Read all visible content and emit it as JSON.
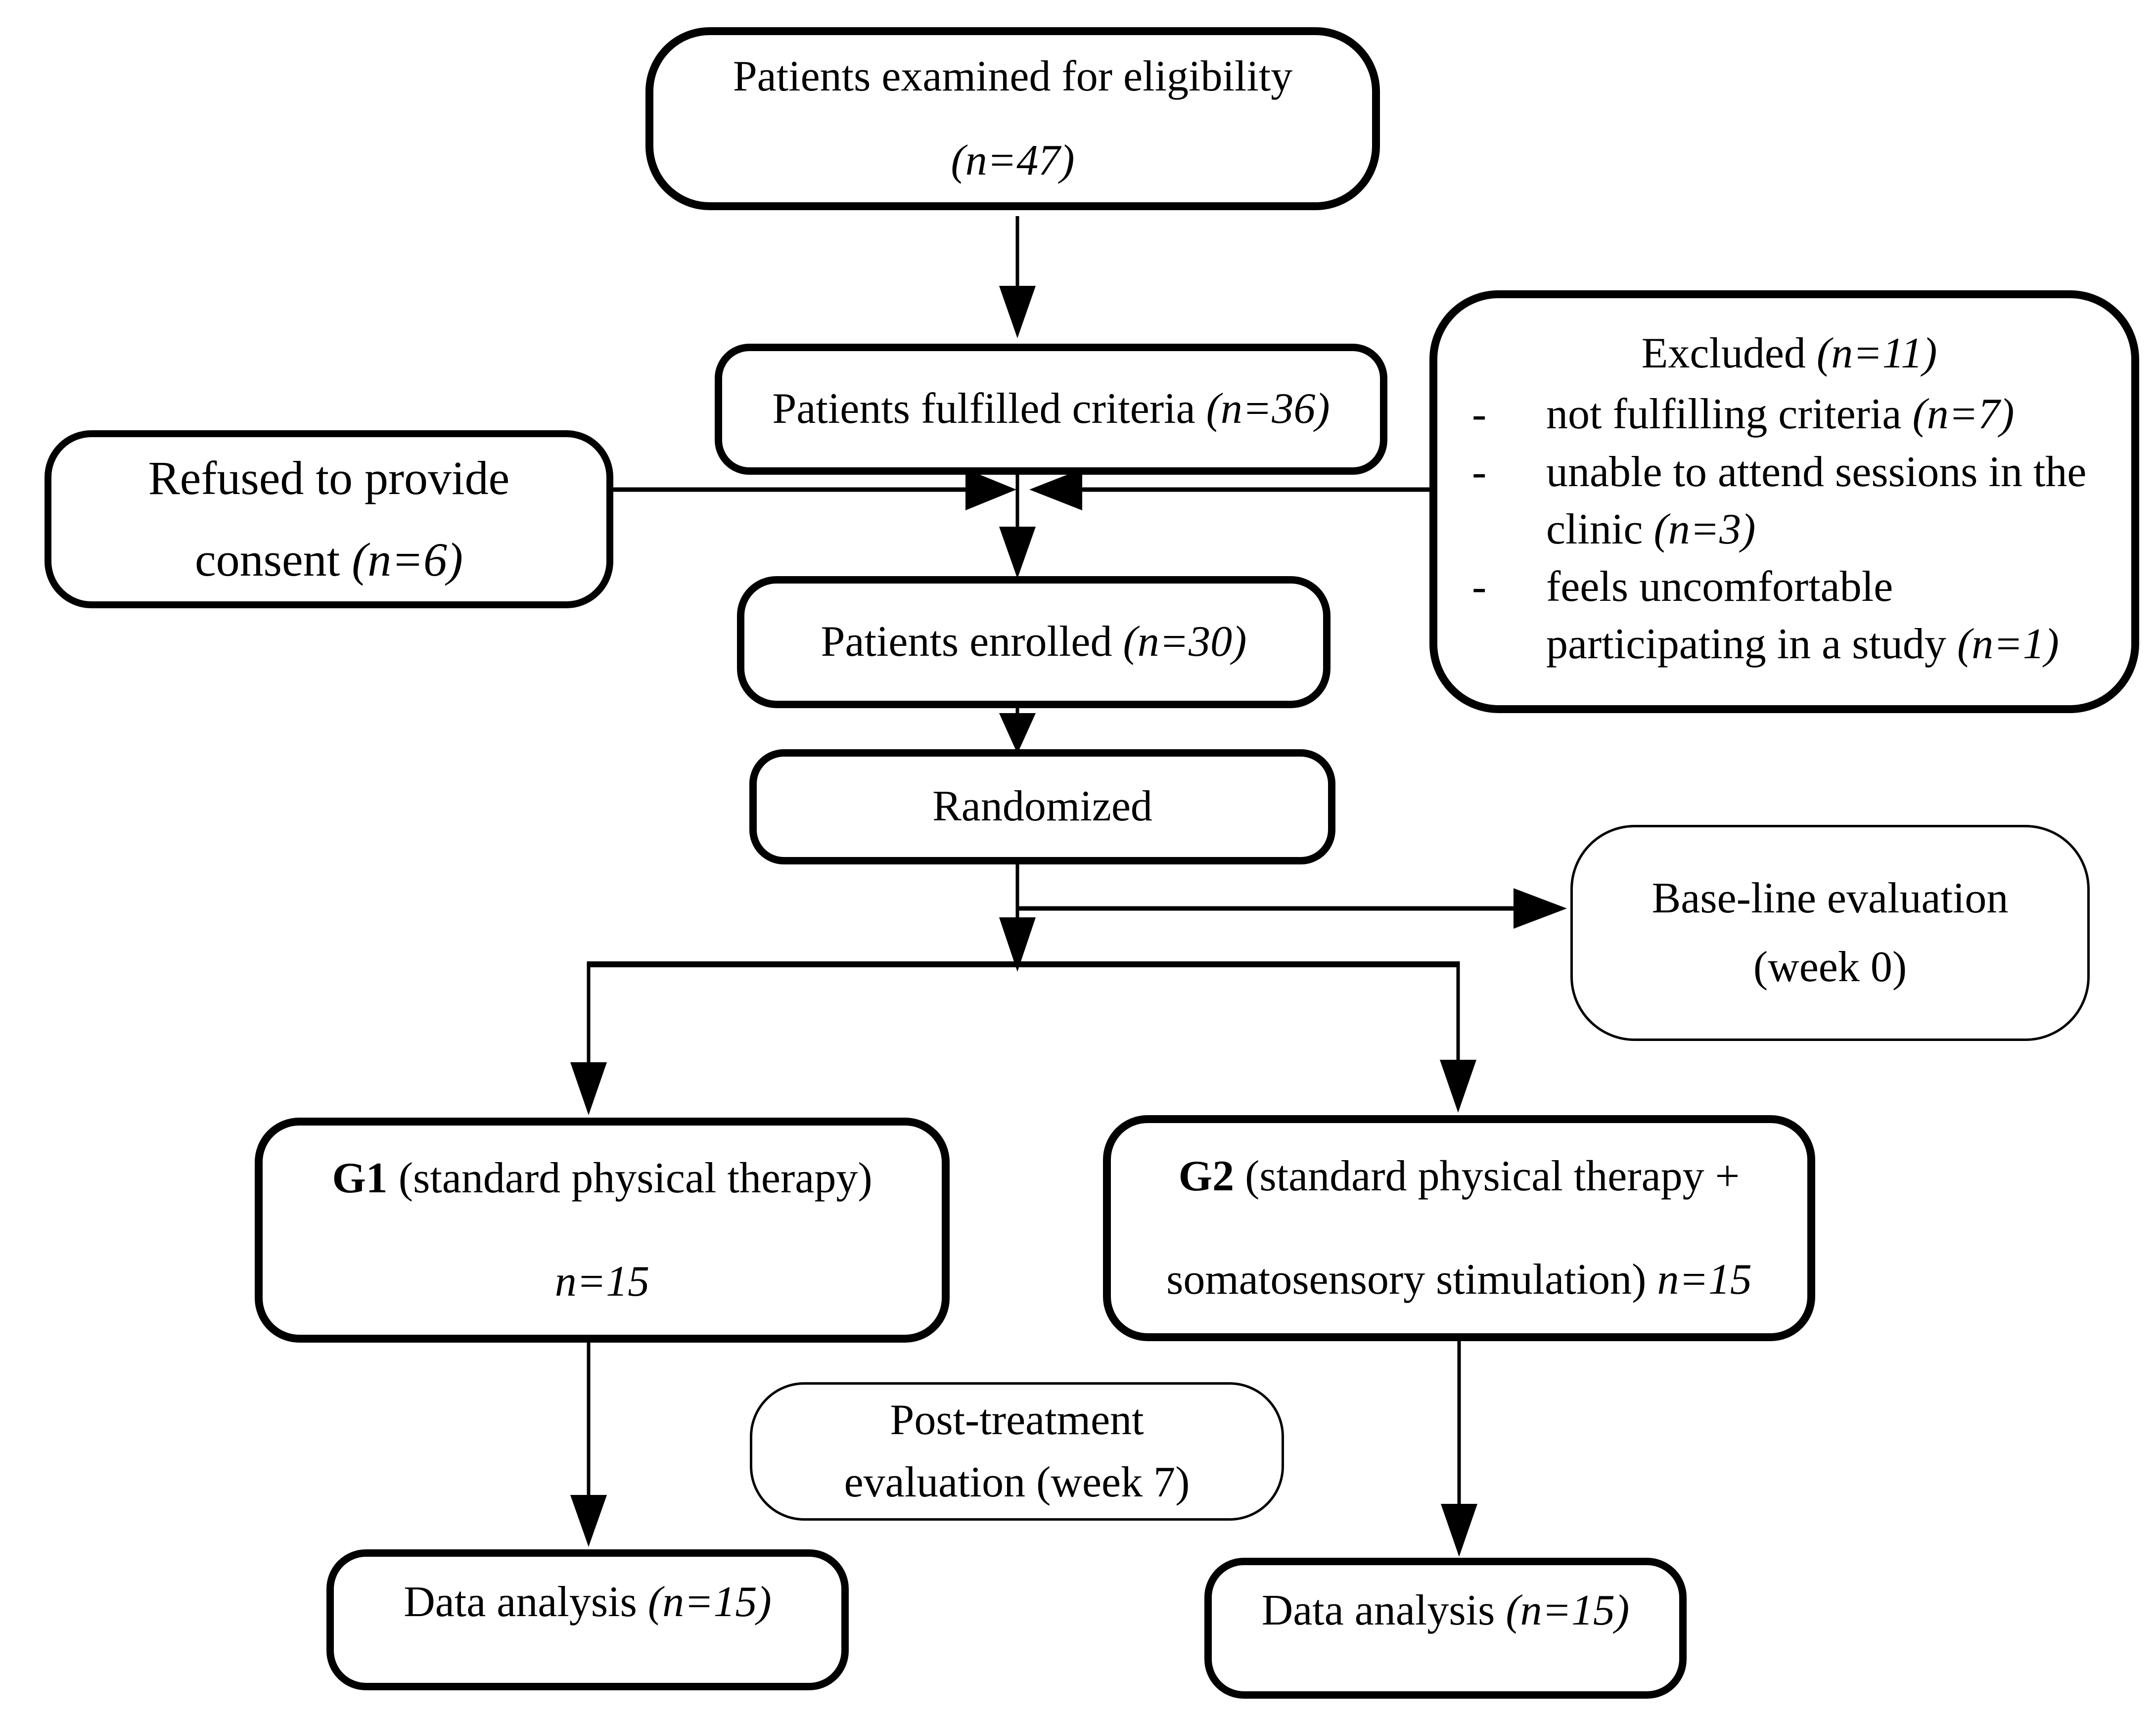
{
  "colors": {
    "ink": "#000000",
    "background": "#ffffff"
  },
  "boxes": {
    "examined": {
      "line1": "Patients examined for eligibility",
      "n_italic": "(n=47)"
    },
    "fulfilled": {
      "text": "Patients fulfilled criteria",
      "n_italic": " (n=36)"
    },
    "refused": {
      "line1": "Refused to provide",
      "line2": "consent",
      "n_italic": " (n=6)"
    },
    "excluded": {
      "title": "Excluded ",
      "title_n_italic": "(n=11)",
      "marker": "-",
      "items": [
        {
          "text": "not fulfilling criteria ",
          "n_italic": "(n=7)"
        },
        {
          "text": "unable to attend sessions in the clinic ",
          "n_italic": "(n=3)"
        },
        {
          "text": "feels uncomfortable participating in a study ",
          "n_italic": "(n=1)"
        }
      ]
    },
    "enrolled": {
      "text": "Patients enrolled",
      "n_italic": " (n=30)"
    },
    "randomized": {
      "text": "Randomized"
    },
    "baseline": {
      "line1": "Base-line evaluation",
      "line2": "(week 0)"
    },
    "g1": {
      "bold": "G1",
      "rest": " (standard physical therapy)",
      "n_italic": "n=15"
    },
    "g2": {
      "bold": "G2",
      "rest": " (standard physical therapy +",
      "line2": "somatosensory stimulation) ",
      "n_italic": "n=15"
    },
    "post": {
      "line1": "Post-treatment",
      "line2": "evaluation (week 7)"
    },
    "data_left": {
      "text": "Data analysis ",
      "n_italic": "(n=15)"
    },
    "data_right": {
      "text": "Data analysis ",
      "n_italic": "(n=15)"
    }
  }
}
